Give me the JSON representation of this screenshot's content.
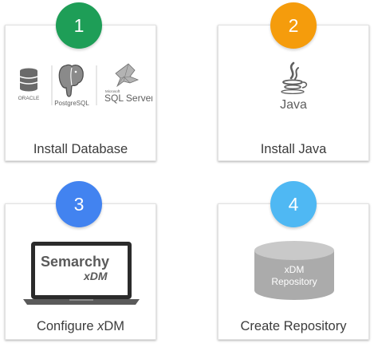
{
  "steps": [
    {
      "number": "1",
      "title": "Install Database",
      "color": "#1e9e57"
    },
    {
      "number": "2",
      "title": "Install Java",
      "color": "#f59c0c"
    },
    {
      "number": "3",
      "title": "Configure xDM",
      "color": "#4283f0"
    },
    {
      "number": "4",
      "title": "Create Repository",
      "color": "#4fb8f3"
    }
  ],
  "db_logos": {
    "oracle": "ORACLE",
    "postgresql": "PostgreSQL",
    "microsoft": "Microsoft",
    "sqlserver": "SQL Server"
  },
  "java_logo": {
    "text": "Java"
  },
  "semarchy": {
    "line1": "Semarchy",
    "line2": "xDM"
  },
  "repository": {
    "line1": "xDM",
    "line2": "Repository"
  },
  "colors": {
    "illustration_gray": "#5e5e5e",
    "cylinder": "#ababab"
  }
}
